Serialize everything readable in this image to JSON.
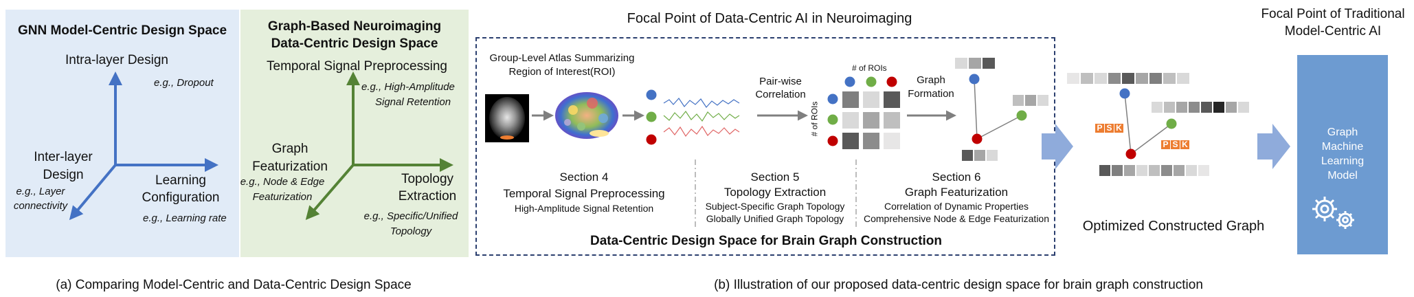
{
  "panel_a": {
    "title": "GNN Model-Centric Design Space",
    "axis_intra": "Intra-layer Design",
    "axis_intra_eg": "e.g., Dropout",
    "axis_inter_1": "Inter-layer",
    "axis_inter_2": "Design",
    "axis_inter_eg_1": "e.g., Layer",
    "axis_inter_eg_2": "connectivity",
    "axis_learn_1": "Learning",
    "axis_learn_2": "Configuration",
    "axis_learn_eg": "e.g., Learning rate",
    "caption": "(a) Comparing Model-Centric and Data-Centric Design Space",
    "axis_color": "#4472c4"
  },
  "panel_green": {
    "title_1": "Graph-Based Neuroimaging",
    "title_2": "Data-Centric Design Space",
    "axis_temporal": "Temporal Signal Preprocessing",
    "axis_temporal_eg_1": "e.g., High-Amplitude",
    "axis_temporal_eg_2": "Signal Retention",
    "axis_graph_1": "Graph",
    "axis_graph_2": "Featurization",
    "axis_graph_eg_1": "e.g., Node & Edge",
    "axis_graph_eg_2": "Featurization",
    "axis_topo_1": "Topology",
    "axis_topo_2": "Extraction",
    "axis_topo_eg_1": "e.g., Specific/Unified",
    "axis_topo_eg_2": "Topology",
    "axis_color": "#548235"
  },
  "panel_b": {
    "focal_title": "Focal Point of Data-Centric AI in Neuroimaging",
    "atlas_1": "Group-Level Atlas Summarizing",
    "atlas_2": "Region of Interest(ROI)",
    "pairwise_1": "Pair-wise",
    "pairwise_2": "Correlation",
    "num_rois": "# of ROIs",
    "graph_formation_1": "Graph",
    "graph_formation_2": "Formation",
    "sec4_title": "Section 4",
    "sec4_sub": "Temporal Signal Preprocessing",
    "sec4_detail": "High-Amplitude Signal Retention",
    "sec5_title": "Section 5",
    "sec5_sub": "Topology Extraction",
    "sec5_detail_1": "Subject-Specific Graph Topology",
    "sec5_detail_2": "Globally Unified Graph Topology",
    "sec6_title": "Section 6",
    "sec6_sub": "Graph Featurization",
    "sec6_detail_1": "Correlation of Dynamic Properties",
    "sec6_detail_2": "Comprehensive Node & Edge Featurization",
    "box_caption": "Data-Centric Design Space for Brain Graph Construction",
    "optimized": "Optimized Constructed Graph",
    "caption": "(b) Illustration of our proposed data-centric design space for brain graph construction",
    "node_colors": [
      "#4472c4",
      "#70ad47",
      "#c00000"
    ],
    "badge_text": [
      "P",
      "S",
      "K"
    ]
  },
  "panel_right": {
    "focal_1": "Focal Point of Traditional",
    "focal_2": "Model-Centric AI",
    "model_1": "Graph",
    "model_2": "Machine",
    "model_3": "Learning",
    "model_4": "Model",
    "model_color": "#6d9bd1"
  }
}
